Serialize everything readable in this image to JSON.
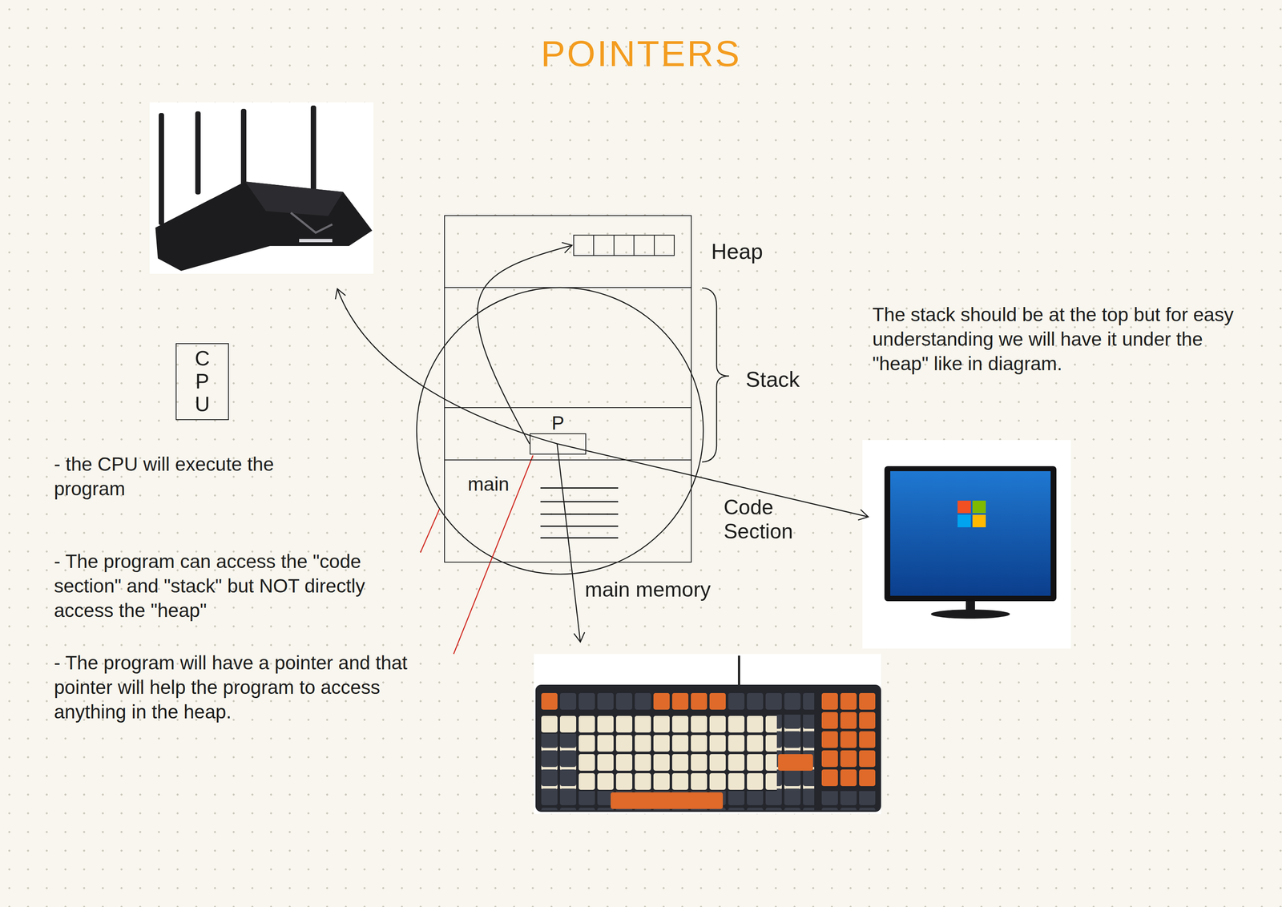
{
  "diagram": {
    "title": "POINTERS",
    "nodes": [
      {
        "text": [
          "CPU"
        ]
      },
      {
        "text": [
          "main memory"
        ]
      },
      {
        "text": [
          "Heap"
        ],
        "in": 1
      },
      {
        "text": [
          "Stack"
        ],
        "in": 1
      },
      {
        "text": [
          "P"
        ],
        "in": 3
      },
      {
        "text": [
          "Code Section",
          "main"
        ],
        "in": 1
      }
    ],
    "edges": [
      {
        "from": 4,
        "to": 2,
        "arrow": "to"
      }
    ],
    "labels": [
      "- the CPU will execute the program",
      "- The program can access the \"code section\" and \"stack\" but NOT directly access the \"heap\"",
      "- The program will have a pointer and that pointer will help the program to access anything in the heap.",
      "The stack should be at the top but for easy understanding we will have it under the \"heap\" like in diagram."
    ]
  }
}
